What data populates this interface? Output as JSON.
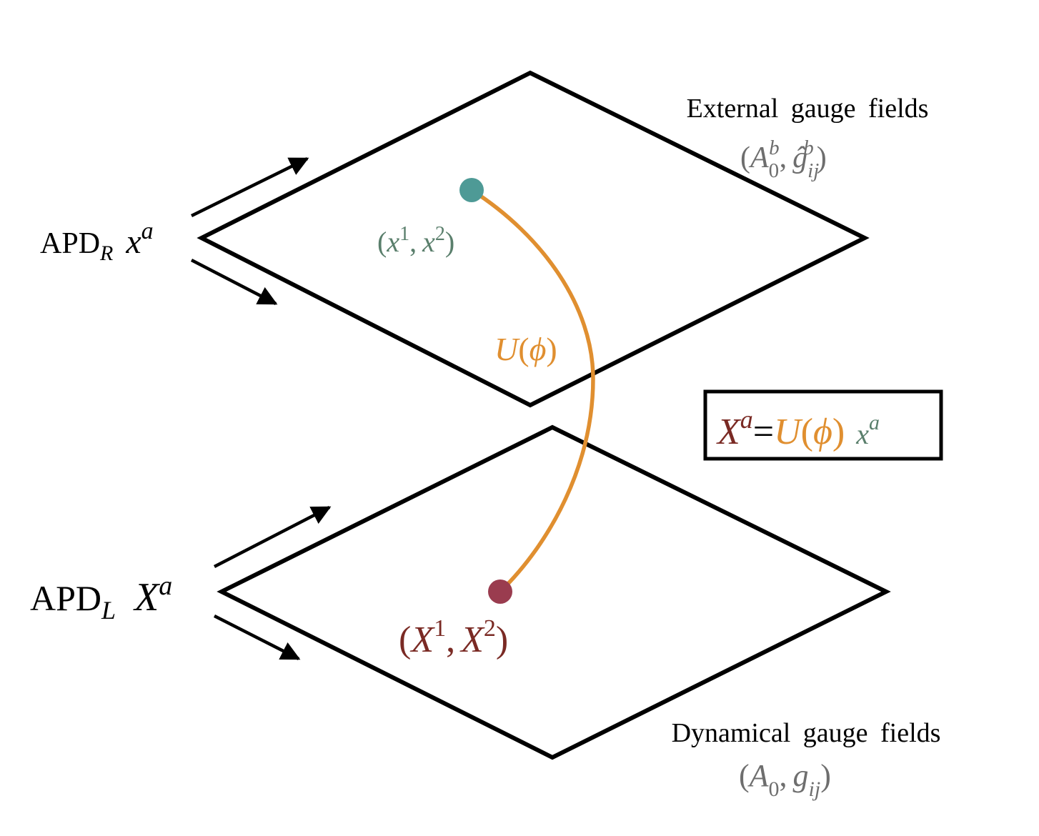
{
  "colors": {
    "stroke": "#000000",
    "upper_point": "#4e9a96",
    "upper_label": "#5a7f6c",
    "lower_point": "#9a3c4f",
    "lower_label": "#7a2a24",
    "curve": "#e08f30",
    "gauge_label": "#6e6e6e"
  },
  "upper_plane": {
    "title": "External gauge fields",
    "fields": {
      "open": "(",
      "A": "A",
      "A_sub": "0",
      "A_sup": "b",
      "comma": ",",
      "g": "ĝ",
      "g_sub": "ij",
      "g_sup": "b",
      "close": ")"
    },
    "apd_label": {
      "base": "APD",
      "sub": "R",
      "var": "x",
      "sup": "a"
    },
    "point_label": {
      "open": "(",
      "v1": "x",
      "s1": "1",
      "comma": ",",
      "v2": "x",
      "s2": "2",
      "close": ")"
    }
  },
  "lower_plane": {
    "title": "Dynamical gauge fields",
    "fields": {
      "open": "(",
      "A": "A",
      "A_sub": "0",
      "comma": ",",
      "g": "g",
      "g_sub": "ij",
      "close": ")"
    },
    "apd_label": {
      "base": "APD",
      "sub": "L",
      "var": "X",
      "sup": "a"
    },
    "point_label": {
      "open": "(",
      "v1": "X",
      "s1": "1",
      "comma": ",",
      "v2": "X",
      "s2": "2",
      "close": ")"
    }
  },
  "map_label": {
    "U": "U",
    "open": "(",
    "phi": "ϕ",
    "close": ")"
  },
  "equation": {
    "lhs": "X",
    "lhs_sup": "a",
    "eq": "=",
    "U": "U",
    "open": "(",
    "phi": "ϕ",
    "close": ")",
    "rhs": "x",
    "rhs_sup": "a"
  }
}
